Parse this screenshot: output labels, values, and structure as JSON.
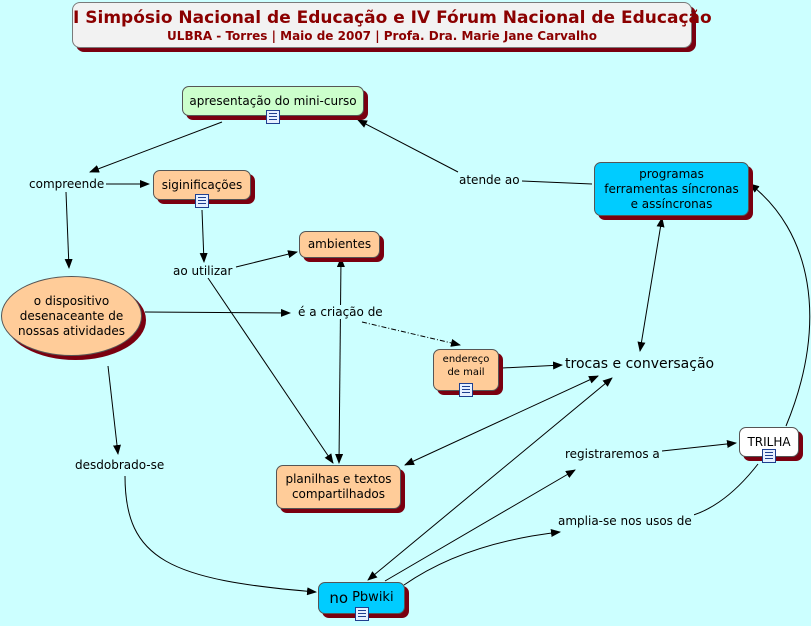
{
  "header": {
    "title": "I Simpósio Nacional de Educação e IV Fórum Nacional de Educação",
    "subtitle": "ULBRA - Torres | Maio de 2007 | Profa. Dra. Marie Jane Carvalho"
  },
  "concepts": {
    "apresentacao": "apresentação do mini-curso",
    "siginificacoes": "siginificações",
    "ambientes": "ambientes",
    "programas": "programas ferramentas síncronas e assíncronas",
    "dispositivo": "o dispositivo desenaceante de nossas atividades",
    "endereco": "endereço de mail",
    "trocas": "trocas e conversação",
    "trilha": "TRILHA",
    "planilhas": "planilhas e textos compartilhados",
    "pbwiki_prefix": "no",
    "pbwiki": "Pbwiki"
  },
  "links": {
    "compreende": "compreende",
    "atende_ao": "atende ao",
    "ao_utilizar": "ao utilizar",
    "e_a_criacao_de": "é a criação de",
    "registraremos_a": "registraremos a",
    "desdobrado_se": "desdobrado-se",
    "amplia_se": "amplia-se nos usos de"
  },
  "icons": {
    "resource": "document-icon"
  },
  "colors": {
    "background": "#ccffff",
    "title": "#8b0000",
    "orange_node": "#ffcc99",
    "green_node": "#ccffcc",
    "blue_node": "#00ccff",
    "shadow": "#7a0010"
  }
}
